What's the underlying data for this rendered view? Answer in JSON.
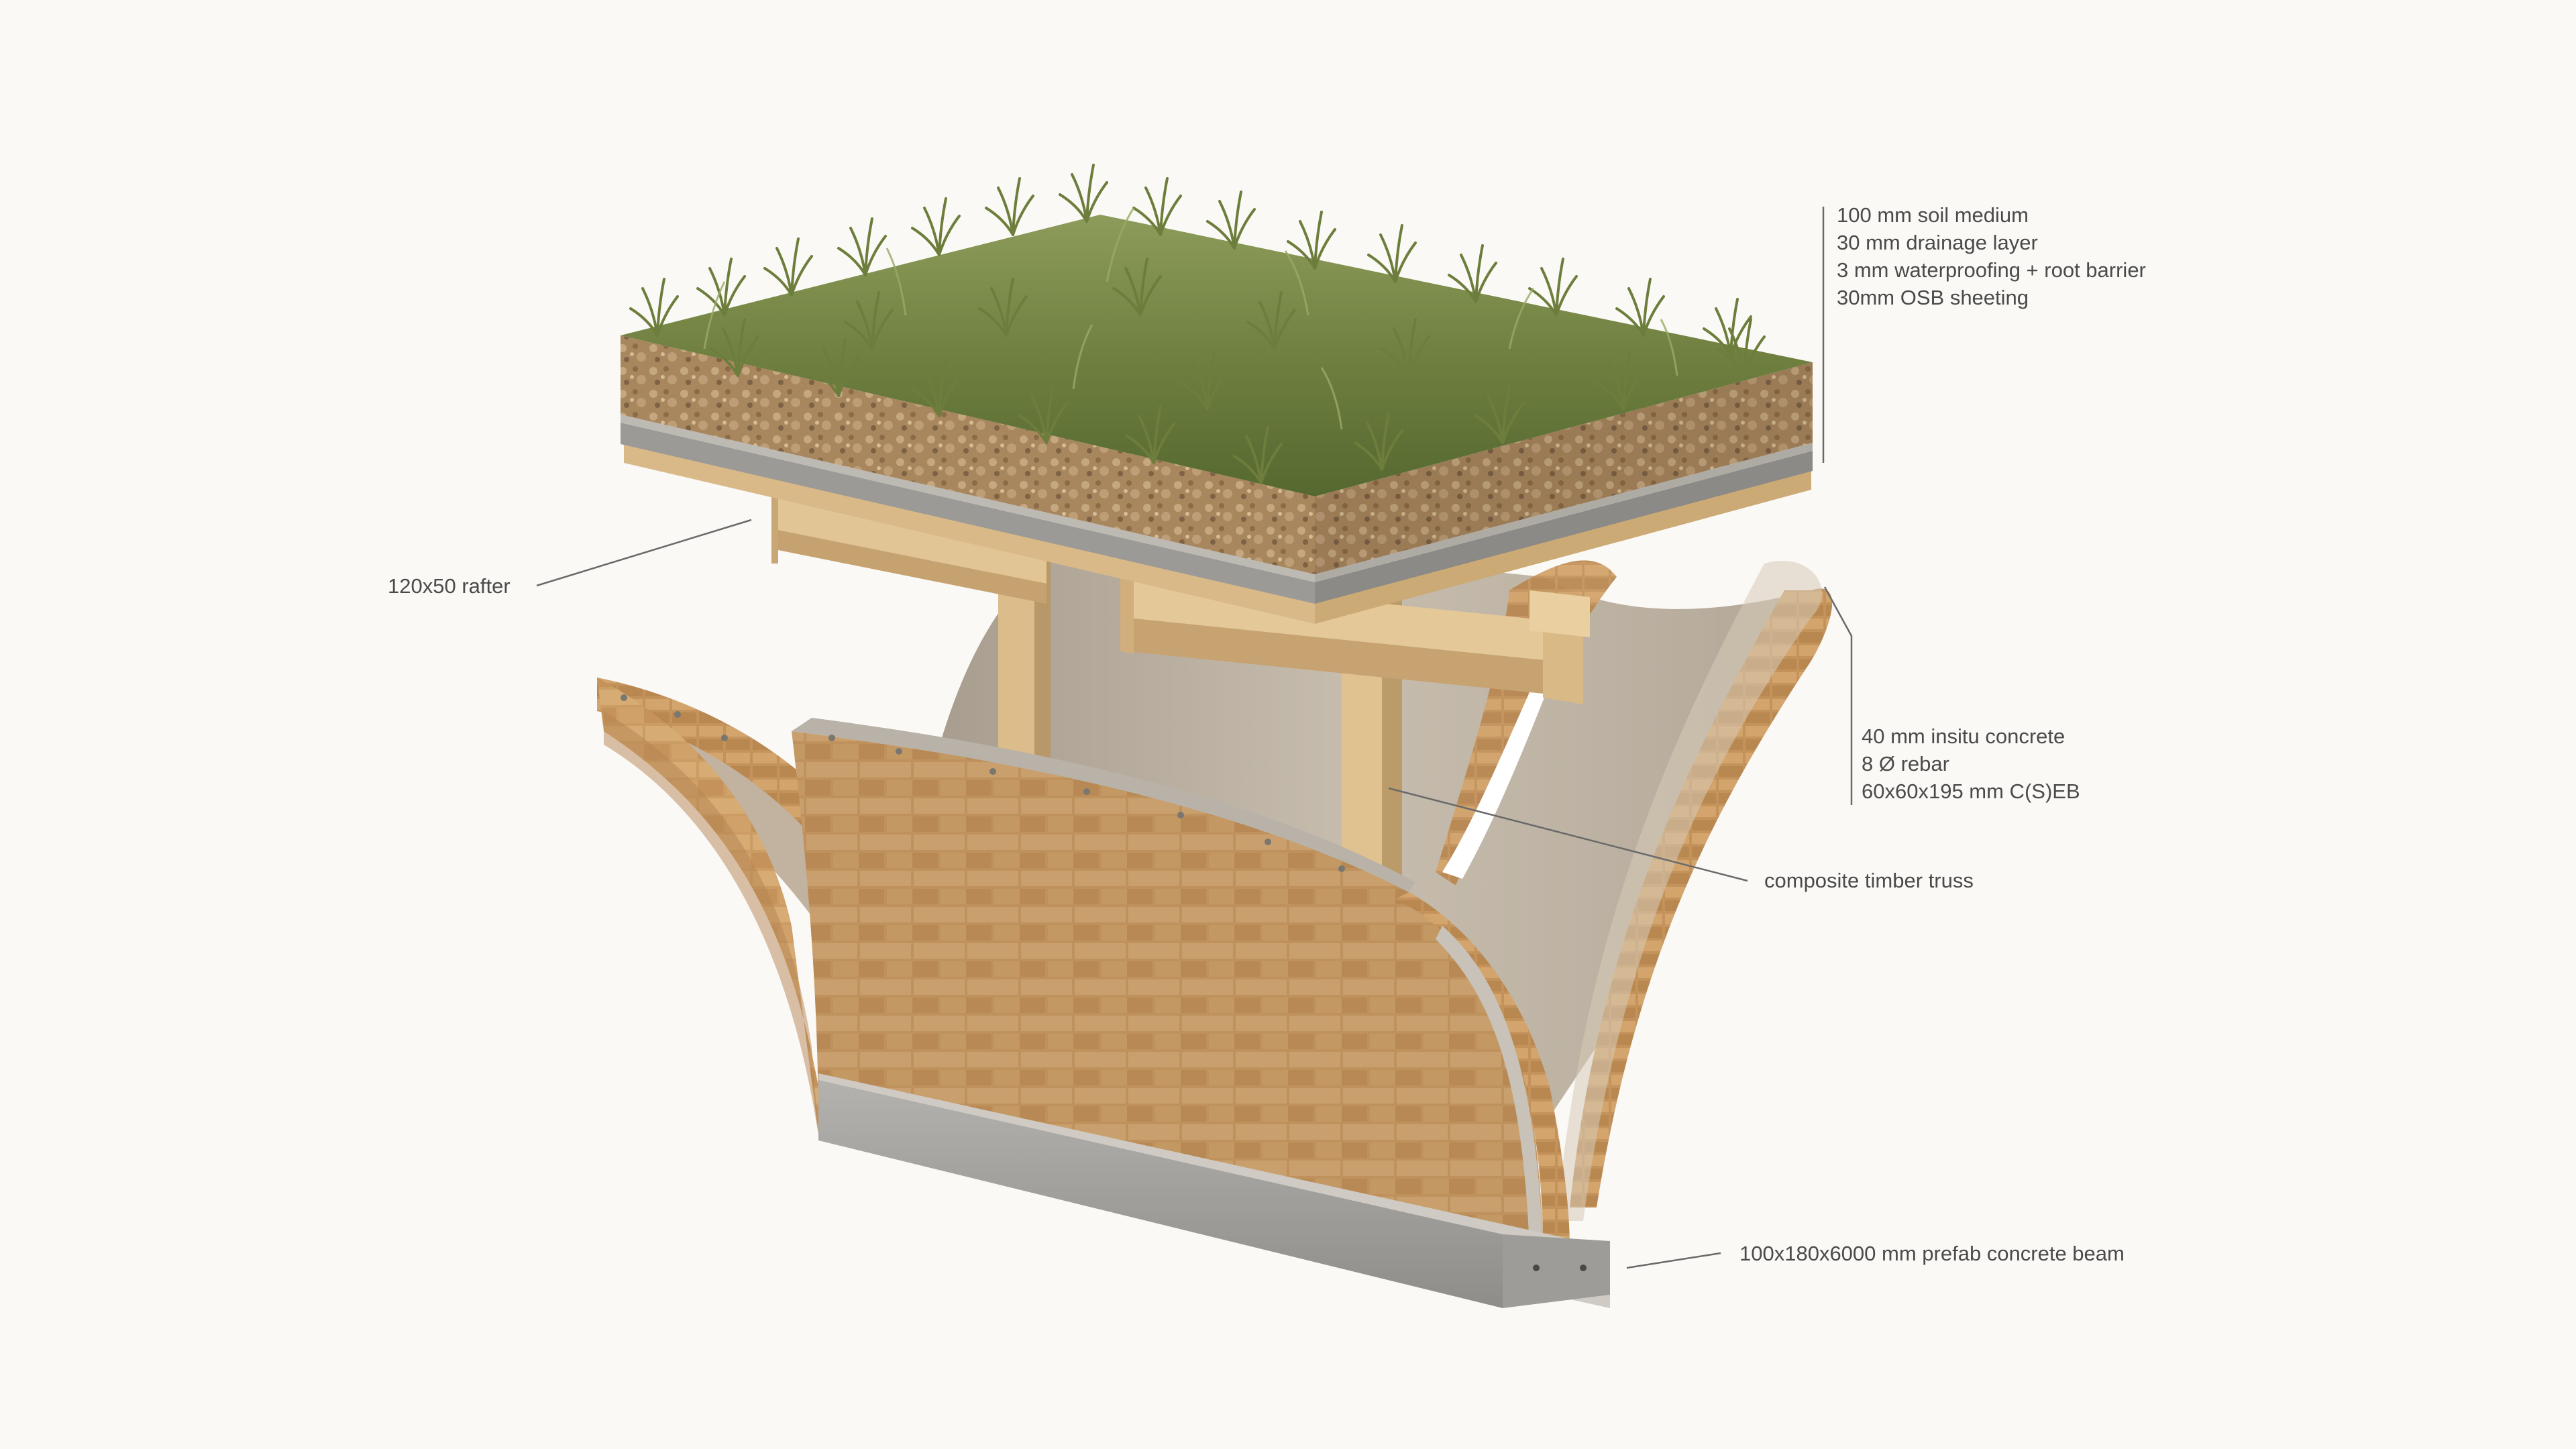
{
  "annotations": {
    "roof_layers": [
      "100 mm soil medium",
      "30 mm drainage layer",
      "3 mm waterproofing + root barrier",
      "30mm OSB sheeting"
    ],
    "rafter": "120x50 rafter",
    "vault_layers": [
      "40 mm insitu concrete",
      "8 Ø rebar",
      "60x60x195 mm C(S)EB"
    ],
    "truss": "composite timber truss",
    "beam": "100x180x6000 mm prefab concrete beam"
  },
  "colors": {
    "background": "#faf9f6",
    "label_text": "#4a4a4a",
    "leader_line": "#6a6a6a",
    "grass": "#7a8a48",
    "soil": "#a88a64",
    "timber": "#e2c290",
    "brick": "#c99a62",
    "concrete": "#a2a09c"
  },
  "icons": [
    "grass-tuft-icon",
    "rebar-dot-icon"
  ]
}
